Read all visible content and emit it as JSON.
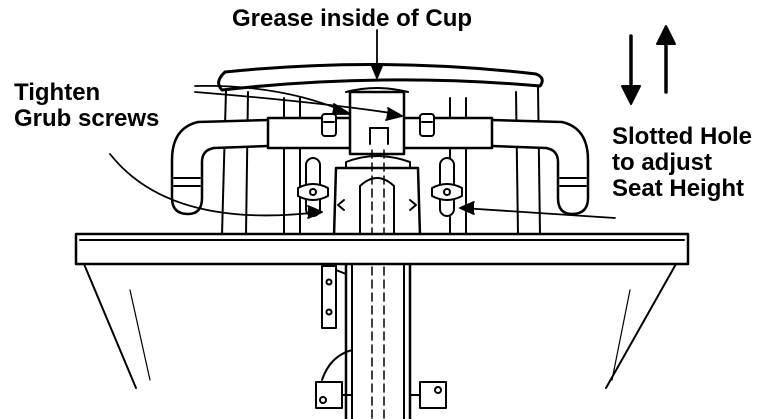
{
  "diagram": {
    "labels": {
      "grease": "Grease inside of Cup",
      "tighten": [
        "Tighten",
        "Grub screws"
      ],
      "slotted": [
        "Slotted Hole",
        "to adjust",
        "Seat Height"
      ]
    },
    "icons": {
      "direction": "up-down-arrows-icon"
    },
    "colors": {
      "line": "#000000",
      "background": "#ffffff"
    }
  }
}
